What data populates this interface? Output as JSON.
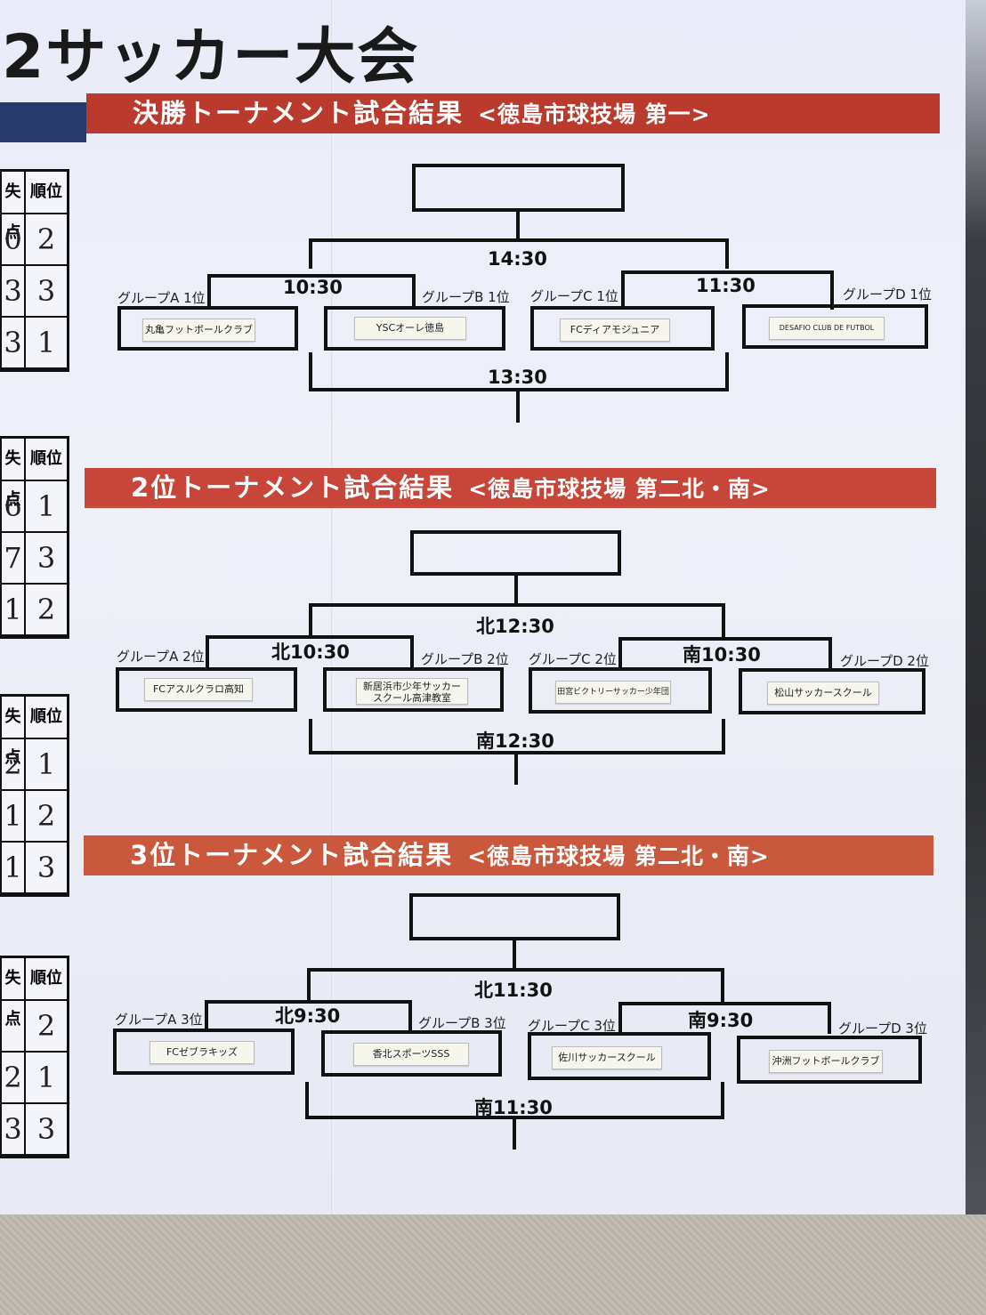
{
  "header": {
    "title": "2サッカー大会"
  },
  "sections": [
    {
      "banner_title": "決勝トーナメント試合結果",
      "venue": "<徳島市球技場 第一>",
      "top_time": "14:30",
      "left_time": "10:30",
      "right_time": "11:30",
      "bottom_time": "13:30",
      "labels": [
        "グループA 1位",
        "グループB 1位",
        "グループC 1位",
        "グループD 1位"
      ],
      "teams": [
        "丸亀フットボールクラブ",
        "YSCオーレ徳島",
        "FCディアモジュニア",
        "DESAFIO CLUB DE FUTBOL"
      ]
    },
    {
      "banner_title": "2位トーナメント試合結果",
      "venue": "<徳島市球技場 第二北・南>",
      "top_time": "北12:30",
      "left_time": "北10:30",
      "right_time": "南10:30",
      "bottom_time": "南12:30",
      "labels": [
        "グループA 2位",
        "グループB 2位",
        "グループC 2位",
        "グループD 2位"
      ],
      "teams": [
        "FCアスルクラロ高知",
        "新居浜市少年サッカー\nスクール高津教室",
        "田宮ビクトリーサッカー少年団",
        "松山サッカースクール"
      ]
    },
    {
      "banner_title": "3位トーナメント試合結果",
      "venue": "<徳島市球技場 第二北・南>",
      "top_time": "北11:30",
      "left_time": "北9:30",
      "right_time": "南9:30",
      "bottom_time": "南11:30",
      "labels": [
        "グループA 3位",
        "グループB 3位",
        "グループC 3位",
        "グループD 3位"
      ],
      "teams": [
        "FCゼブラキッズ",
        "香北スポーツSSS",
        "佐川サッカースクール",
        "沖洲フットボールクラブ"
      ]
    }
  ],
  "standings": [
    {
      "headers": [
        "失点",
        "順位"
      ],
      "rows": [
        [
          "0",
          "2"
        ],
        [
          "3",
          "3"
        ],
        [
          "3",
          "1"
        ]
      ]
    },
    {
      "headers": [
        "失点",
        "順位"
      ],
      "rows": [
        [
          "6",
          "1"
        ],
        [
          "7",
          "3"
        ],
        [
          "1",
          "2"
        ]
      ]
    },
    {
      "headers": [
        "失点",
        "順位"
      ],
      "rows": [
        [
          "2",
          "1"
        ],
        [
          "1",
          "2"
        ],
        [
          "1",
          "3"
        ]
      ]
    },
    {
      "headers": [
        "失点",
        "順位"
      ],
      "rows": [
        [
          "",
          "2"
        ],
        [
          "2",
          "1"
        ],
        [
          "3",
          "3"
        ]
      ]
    }
  ]
}
